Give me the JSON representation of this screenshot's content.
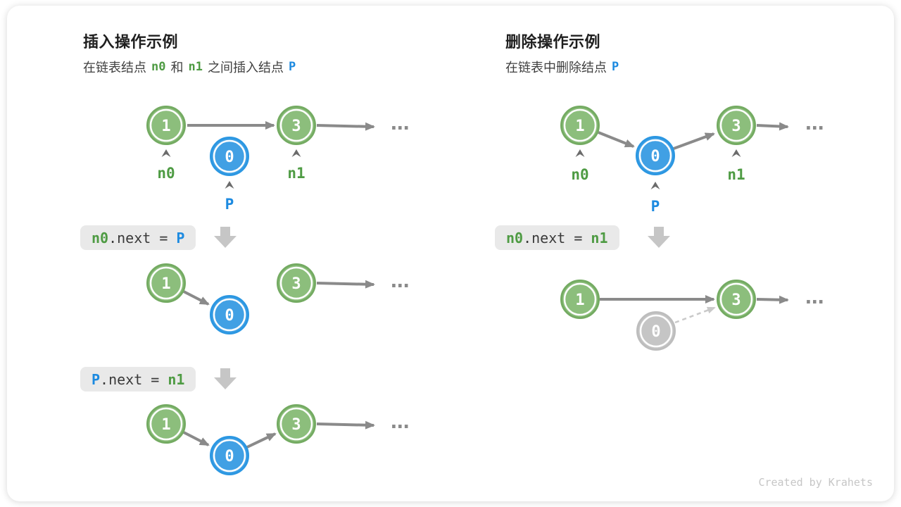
{
  "colors": {
    "green-fill": "#8CBE7C",
    "green-border": "#74AB62",
    "blue-fill": "#41A0E4",
    "blue-border": "#2B97E2",
    "gray-fill": "#C5C5C5",
    "gray-border": "#BDBDBD",
    "text-green": "#4E9B43",
    "text-blue": "#1C8AE0",
    "arrow": "#8A8A8A",
    "caret": "#6B6B6B",
    "dashed-arrow": "#C9C9C9",
    "dots": "#8A8A8A",
    "codebox-bg": "#E9E9E9",
    "code-text": "#3A3A3A",
    "title-text": "#1F1F1F",
    "body-text": "#404040",
    "block-arrow": "#C6C6C6",
    "footer-text": "#C6C6C6",
    "node-text": "#FFFFFF"
  },
  "left": {
    "title": "插入操作示例",
    "subtitle": {
      "pre": "在链表结点",
      "n0": "n0",
      "mid": "和",
      "n1": "n1",
      "post": "之间插入结点",
      "p": "P"
    },
    "d1": {
      "v1": "1",
      "vp": "0",
      "v3": "3",
      "label_n0": "n0",
      "label_p": "P",
      "label_n1": "n1",
      "ellipsis": "..."
    },
    "code1": {
      "lhs": "n0",
      "op": ".next = ",
      "rhs": "P"
    },
    "d2": {
      "v1": "1",
      "vp": "0",
      "v3": "3",
      "ellipsis": "..."
    },
    "code2": {
      "lhs": "P",
      "op": ".next = ",
      "rhs": "n1"
    },
    "d3": {
      "v1": "1",
      "vp": "0",
      "v3": "3",
      "ellipsis": "..."
    }
  },
  "right": {
    "title": "删除操作示例",
    "subtitle": {
      "pre": "在链表中删除结点",
      "p": "P"
    },
    "d1": {
      "v1": "1",
      "vp": "0",
      "v3": "3",
      "label_n0": "n0",
      "label_p": "P",
      "label_n1": "n1",
      "ellipsis": "..."
    },
    "code1": {
      "lhs": "n0",
      "op": ".next = ",
      "rhs": "n1"
    },
    "d2": {
      "v1": "1",
      "vp": "0",
      "v3": "3",
      "ellipsis": "..."
    }
  },
  "footer": "Created by Krahets"
}
